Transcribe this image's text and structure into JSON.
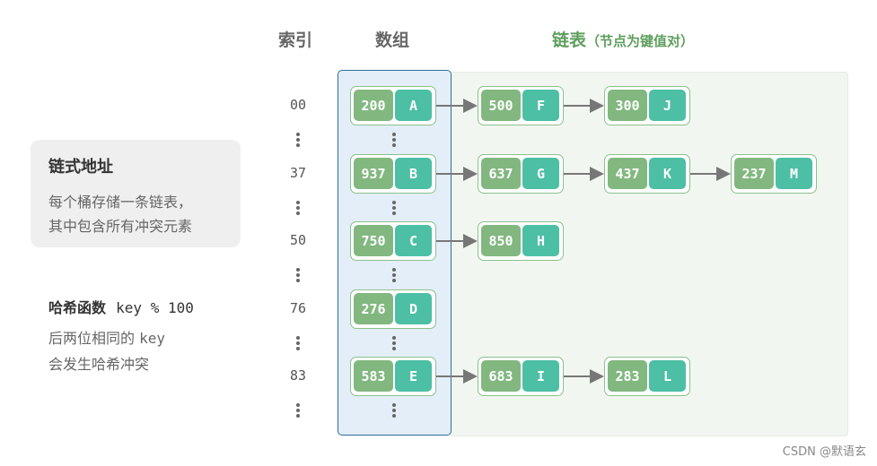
{
  "headers": {
    "index": "索引",
    "array": "数组",
    "list": "链表",
    "list_sub": "（节点为键值对）"
  },
  "info": {
    "title": "链式地址",
    "line1": "每个桶存储一条链表，",
    "line2": "其中包含所有冲突元素"
  },
  "hash": {
    "title_prefix": "哈希函数",
    "title_code": "key % 100",
    "line1_prefix": "后两位相同的",
    "line1_code": "key",
    "line2": "会发生哈希冲突"
  },
  "rows": [
    {
      "index": "00",
      "array": {
        "key": "200",
        "val": "A"
      },
      "chain": [
        {
          "key": "500",
          "val": "F"
        },
        {
          "key": "300",
          "val": "J"
        }
      ]
    },
    {
      "index": "37",
      "array": {
        "key": "937",
        "val": "B"
      },
      "chain": [
        {
          "key": "637",
          "val": "G"
        },
        {
          "key": "437",
          "val": "K"
        },
        {
          "key": "237",
          "val": "M"
        }
      ]
    },
    {
      "index": "50",
      "array": {
        "key": "750",
        "val": "C"
      },
      "chain": [
        {
          "key": "850",
          "val": "H"
        }
      ]
    },
    {
      "index": "76",
      "array": {
        "key": "276",
        "val": "D"
      },
      "chain": []
    },
    {
      "index": "83",
      "array": {
        "key": "583",
        "val": "E"
      },
      "chain": [
        {
          "key": "683",
          "val": "I"
        },
        {
          "key": "283",
          "val": "L"
        }
      ]
    }
  ],
  "watermark": "CSDN @默语玄",
  "colors": {
    "key_cell": "#82b880",
    "value_cell": "#4dbfa5",
    "array_border": "#2d6f99",
    "array_bg": "#e3eef8",
    "list_bg": "#f1f7f0",
    "header_list": "#5e9e5e"
  }
}
